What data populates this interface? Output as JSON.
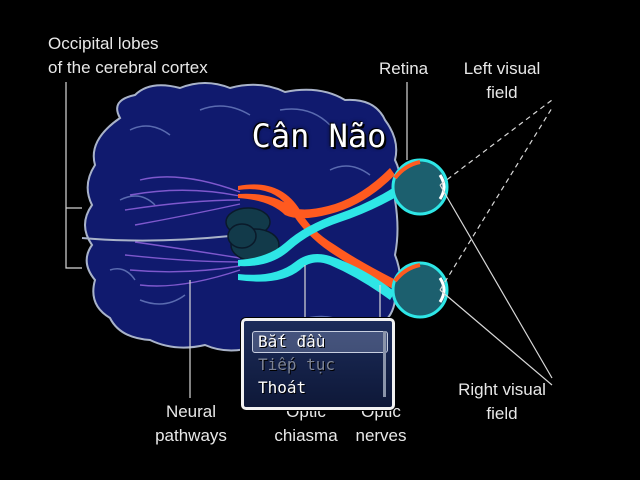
{
  "game_title": "Cân Não",
  "menu": {
    "items": [
      {
        "label": "Bắt đầu",
        "enabled": true,
        "selected": true
      },
      {
        "label": "Tiếp tục",
        "enabled": false,
        "selected": false
      },
      {
        "label": "Thoát",
        "enabled": true,
        "selected": false
      }
    ]
  },
  "diagram_labels": {
    "occipital_line1": "Occipital lobes",
    "occipital_line2": "of the cerebral cortex",
    "retina": "Retina",
    "left_visual_line1": "Left visual",
    "left_visual_line2": "field",
    "right_visual_line1": "Right visual",
    "right_visual_line2": "field",
    "neural_line1": "Neural",
    "neural_line2": "pathways",
    "optic_chiasma_line1": "Optic",
    "optic_chiasma_line2": "chiasma",
    "optic_nerves_line1": "Optic",
    "optic_nerves_line2": "nerves"
  },
  "colors": {
    "background": "#000000",
    "brain_fill": "#101a6e",
    "brain_outline": "#a9b3c9",
    "left_pathway": "#ff5a1f",
    "right_pathway": "#2ee6e6",
    "neural_fibers": "#8a5fd8",
    "eyeball": "#1c5f6e",
    "menu_background": "#1c2c5a",
    "menu_border": "#f2f2f2"
  }
}
